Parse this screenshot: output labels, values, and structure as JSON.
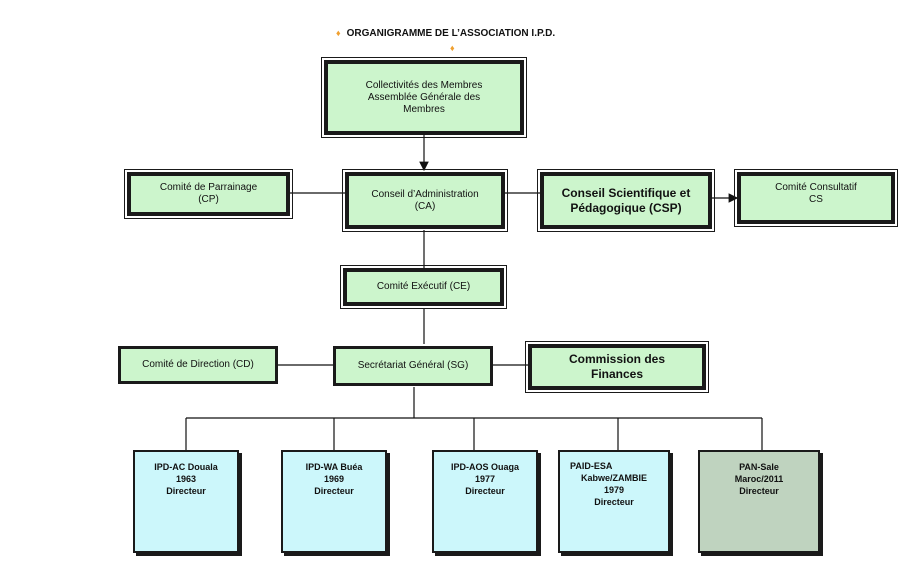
{
  "title": "ORGANIGRAMME DE L’ASSOCIATION I.P.D.",
  "boxes": {
    "assembly": [
      "Collectivités des Membres",
      "Assemblée Générale des",
      "Membres"
    ],
    "parrainage": [
      "Comité de Parrainage",
      "(CP)"
    ],
    "ca": [
      "Conseil d’Administration",
      "(CA)"
    ],
    "csp": [
      "Conseil Scientifique et",
      "Pédagogique (CSP)"
    ],
    "consultatif": [
      "Comité Consultatif",
      "CS"
    ],
    "ce": "Comité Exécutif (CE)",
    "cd": "Comité de Direction (CD)",
    "sg": "Secrétariat Général (SG)",
    "finances": [
      "Commission des",
      "Finances"
    ]
  },
  "institutes": [
    {
      "name": "IPD-AC Douala",
      "year": "1963",
      "role": "Directeur"
    },
    {
      "name": "IPD-WA Buéa",
      "year": "1969",
      "role": "Directeur"
    },
    {
      "name": "IPD-AOS Ouaga",
      "year": "1977",
      "role": "Directeur"
    },
    {
      "name": "PAID-ESA",
      "location": "Kabwe/ZAMBIE",
      "year": "1979",
      "role": "Directeur"
    },
    {
      "name": "PAN-Sale",
      "location": "Maroc/2011",
      "role": "Directeur"
    }
  ],
  "colors": {
    "box_green": "#ccf5cc",
    "box_cyan": "#ccf7fb",
    "box_grey": "#bfd3bf",
    "bullet": "#f0a030"
  }
}
